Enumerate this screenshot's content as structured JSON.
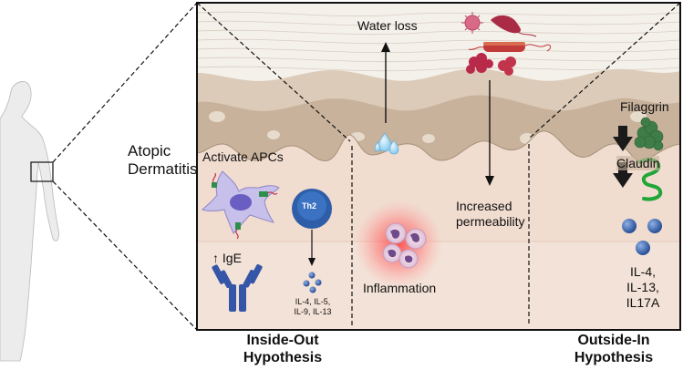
{
  "title": {
    "line1": "Atopic",
    "line2": "Dermatitis"
  },
  "labels": {
    "water_loss": "Water loss",
    "activate_apcs": "Activate APCs",
    "th2": "Th2",
    "ige_arrow": "↑",
    "ige": "IgE",
    "il_small_1": "IL-4, IL-5,",
    "il_small_2": "IL-9, IL-13",
    "inflammation": "Inflammation",
    "increased": "Increased",
    "permeability": "permeability",
    "filaggrin": "Filaggrin",
    "claudin": "Claudin",
    "il_right_1": "IL-4,",
    "il_right_2": "IL-13,",
    "il_right_3": "IL17A"
  },
  "hypotheses": {
    "inside_out_1": "Inside-Out",
    "inside_out_2": "Hypothesis",
    "outside_in_1": "Outside-In",
    "outside_in_2": "Hypothesis"
  },
  "icons": [
    "human-body-icon",
    "dendritic-cell-icon",
    "th2-cell-icon",
    "antibody-icon",
    "cytokine-icon",
    "water-drop-icon",
    "virus-icon",
    "bacteria-icon",
    "neutrophil-icon",
    "filaggrin-protein-icon",
    "claudin-protein-icon"
  ],
  "colors": {
    "skin_upper": "#f3efe8",
    "skin_epidermis": "#c9b49e",
    "dermis": "#f1dcd0",
    "th2": "#2f5ea8",
    "antibody": "#3556a8",
    "inflammation_glow": "#ff4d4d",
    "claudin": "#22a63a",
    "filaggrin": "#3d7a45",
    "microbes": "#c2344c"
  }
}
